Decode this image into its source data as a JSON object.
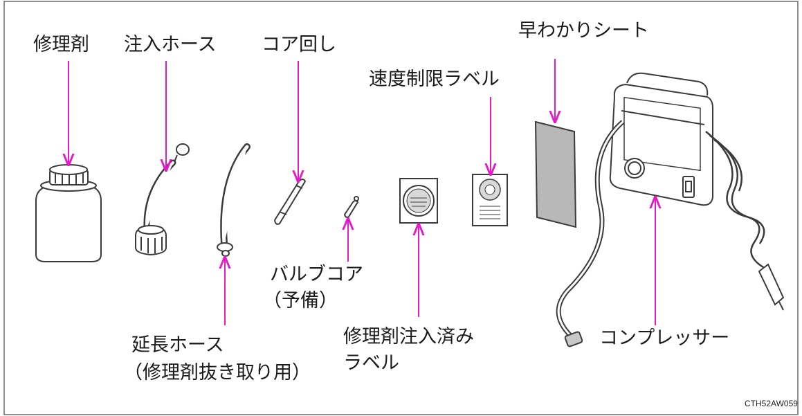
{
  "colors": {
    "leader": "#e619c8",
    "line": "#3a3a3a",
    "frame": "#6a6a6a"
  },
  "labels": {
    "repair_agent": "修理剤",
    "injection_hose": "注入ホース",
    "core_tool": "コア回し",
    "speed_limit_label": "速度制限ラベル",
    "quick_guide_sheet": "早わかりシート",
    "valve_core_line1": "バルブコア",
    "valve_core_line2": "（予備）",
    "agent_injected_line1": "修理剤注入済み",
    "agent_injected_line2": "ラベル",
    "extension_hose_line1": "延長ホース",
    "extension_hose_line2": "（修理剤抜き取り用）",
    "compressor": "コンプレッサー"
  },
  "figure_code": "CTH52AW059"
}
